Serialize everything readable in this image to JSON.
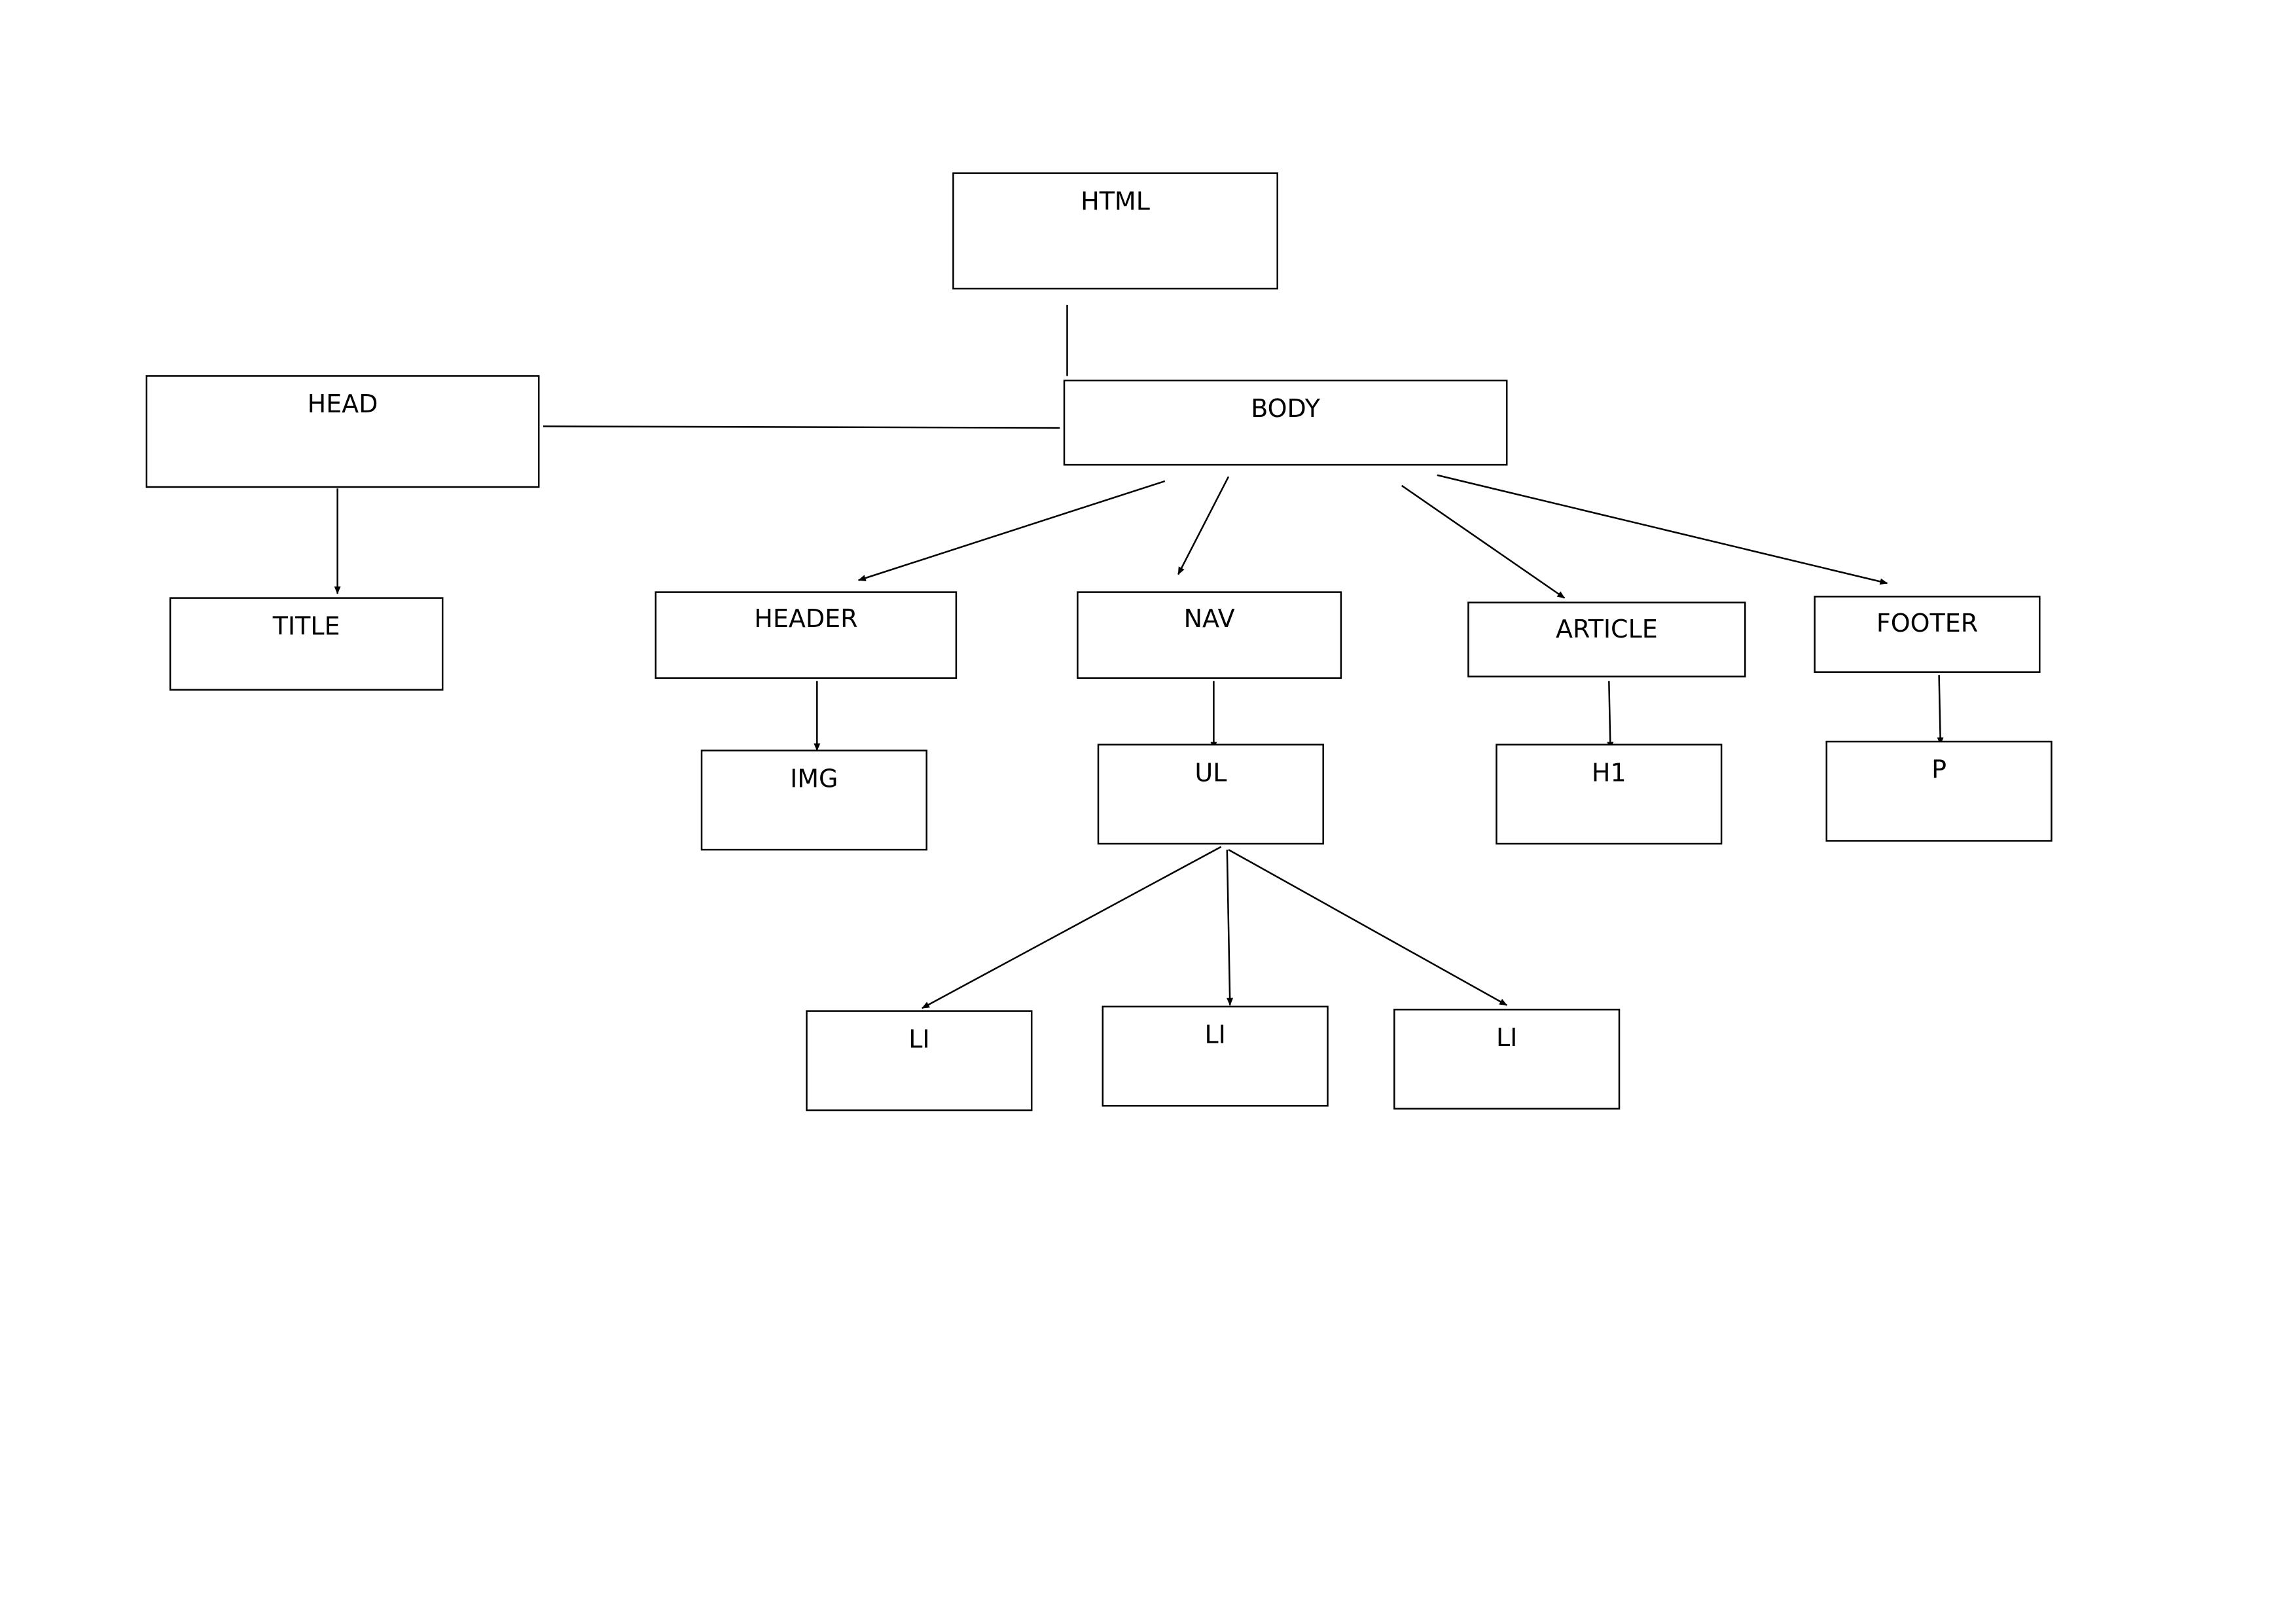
{
  "diagram": {
    "colors": {
      "stroke": "#000000",
      "fill": "#ffffff",
      "text": "#000000"
    },
    "nodes": [
      {
        "id": "html",
        "label": "HTML"
      },
      {
        "id": "head",
        "label": "HEAD"
      },
      {
        "id": "body",
        "label": "BODY"
      },
      {
        "id": "title",
        "label": "TITLE"
      },
      {
        "id": "header",
        "label": "HEADER"
      },
      {
        "id": "nav",
        "label": "NAV"
      },
      {
        "id": "article",
        "label": "ARTICLE"
      },
      {
        "id": "footer",
        "label": "FOOTER"
      },
      {
        "id": "img",
        "label": "IMG"
      },
      {
        "id": "ul",
        "label": "UL"
      },
      {
        "id": "h1",
        "label": "H1"
      },
      {
        "id": "p",
        "label": "P"
      },
      {
        "id": "li1",
        "label": "LI"
      },
      {
        "id": "li2",
        "label": "LI"
      },
      {
        "id": "li3",
        "label": "LI"
      }
    ],
    "edges": [
      {
        "from": "html",
        "to": "body",
        "arrow": false
      },
      {
        "from": "head",
        "to": "body",
        "arrow": false
      },
      {
        "from": "head",
        "to": "title",
        "arrow": true
      },
      {
        "from": "body",
        "to": "header",
        "arrow": true
      },
      {
        "from": "body",
        "to": "nav",
        "arrow": true
      },
      {
        "from": "body",
        "to": "article",
        "arrow": true
      },
      {
        "from": "body",
        "to": "footer",
        "arrow": true
      },
      {
        "from": "header",
        "to": "img",
        "arrow": true
      },
      {
        "from": "nav",
        "to": "ul",
        "arrow": true
      },
      {
        "from": "article",
        "to": "h1",
        "arrow": true
      },
      {
        "from": "footer",
        "to": "p",
        "arrow": true
      },
      {
        "from": "ul",
        "to": "li1",
        "arrow": true
      },
      {
        "from": "ul",
        "to": "li2",
        "arrow": true
      },
      {
        "from": "ul",
        "to": "li3",
        "arrow": true
      }
    ]
  }
}
